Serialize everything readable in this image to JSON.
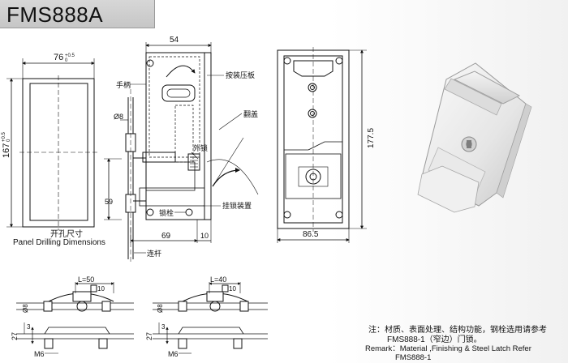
{
  "title": "FMS888A",
  "cutout": {
    "width_label": "76",
    "width_tol": "+0.5",
    "width_tol2": "0",
    "height_label": "167",
    "height_tol": "+0.5",
    "height_tol2": "0",
    "caption_cn": "开孔尺寸",
    "caption_en": "Panel Drilling Dimensions"
  },
  "side_view": {
    "dim_top": "54",
    "dim_diameter": "Ø8",
    "dim_59": "59",
    "dim_69": "69",
    "dim_10": "10",
    "label_handle": "手柄",
    "label_plate": "按装压板",
    "label_cover": "翻盖",
    "label_outer_lock": "外锁",
    "label_latch": "挂锁装置",
    "label_bolt": "锁栓",
    "label_rod": "连杆"
  },
  "front_view": {
    "dim_height": "177.5",
    "dim_width": "86.5"
  },
  "bottom_left": {
    "dim_L": "L=50",
    "dim_10": "10",
    "dim_d8": "Ø8",
    "dim_27": "27",
    "dim_3": "3",
    "dim_M6": "M6"
  },
  "bottom_right": {
    "dim_L": "L=40",
    "dim_10": "10",
    "dim_d8": "Ø8",
    "dim_27": "27",
    "dim_3": "3",
    "dim_M6": "M6"
  },
  "notes": {
    "cn_line1": "注：材质、表面处理、结构功能，钢栓选用请参考",
    "cn_line2": "FMS888-1（窄边）门锁。",
    "en_line1": "Remark：Material ,Finishing & Steel Latch Refer",
    "en_line2": "FMS888-1"
  }
}
